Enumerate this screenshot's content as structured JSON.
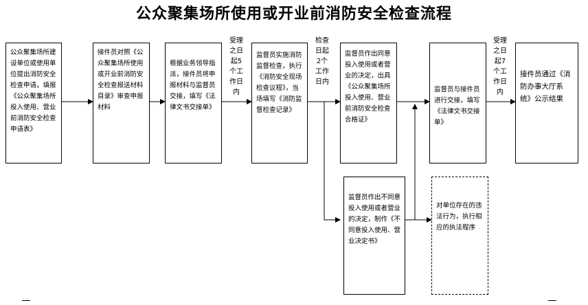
{
  "title": "公众聚集场所使用或开业前消防安全检查流程",
  "steps": {
    "s1": "公众聚集场所建设单位或使用单位提出消防安全检查申请，填报《公众聚集场所投入使用、营业前消防安全检查申请表》",
    "s2": "接件员对照《公众聚集场所使用或开业前消防安全检查报送材料目录》审查申报材料",
    "s3": "根据业务领导指派，接件员将申报材料与监督员交接，填写《法律文书交接单》",
    "s4": "监督员实施消防监督检查，执行《消防安全现场检查议程》，当场填写《消防监督检查记录》",
    "s5": "监督员作出同意投入使用或者营业的决定，出具《公众聚集场所投入使用、营业前消防安全检查合格证》",
    "s6": "监督员与接件员进行交接，填写《法律文书交接单》",
    "s7": "接件员通过《消防办事大厅系统》公示结果",
    "s8": "监督员作出不同意投入使用或者营业的决定，制作《不同意投入使用、营业决定书》",
    "s9": "对单位存在的违法行为，执行相应的执法程序"
  },
  "labels": {
    "l1": "受理之日起5个工作日内",
    "l2": "检查日起2个工作日内",
    "l3": "受理之日起7个工作日内"
  }
}
